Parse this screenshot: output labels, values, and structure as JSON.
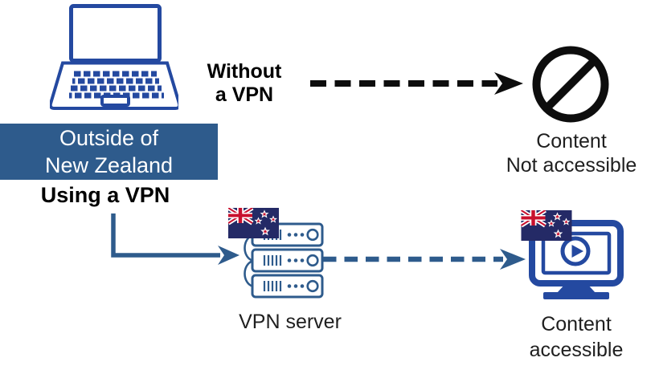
{
  "labels": {
    "location": {
      "line1": "Outside of",
      "line2": "New Zealand"
    },
    "without_vpn": {
      "line1": "Without",
      "line2": "a VPN"
    },
    "using_vpn": "Using a VPN",
    "content_blocked": {
      "line1": "Content",
      "line2": "Not accessible"
    },
    "vpn_server": "VPN server",
    "content_accessible": {
      "line1": "Content",
      "line2": "accessible"
    }
  },
  "icons": {
    "laptop": "laptop-icon",
    "blocked": "prohibition-icon",
    "nz_flag": "nz-flag-icon",
    "server": "server-stack-icon",
    "monitor": "monitor-play-icon",
    "arrow_without_vpn": "black-dashed-arrow",
    "arrow_using_vpn": "blue-elbow-arrow",
    "arrow_server_to_content": "blue-dashed-arrow"
  },
  "colors": {
    "icon_blue": "#2449A0",
    "steel_blue": "#2E5B8C",
    "ink": "#0d0d0d",
    "flag_navy": "#242A66",
    "flag_red": "#C8102E",
    "caption": "#1f1f1f",
    "background": "#FFFFFF",
    "banner_text": "#FFFFFF"
  }
}
